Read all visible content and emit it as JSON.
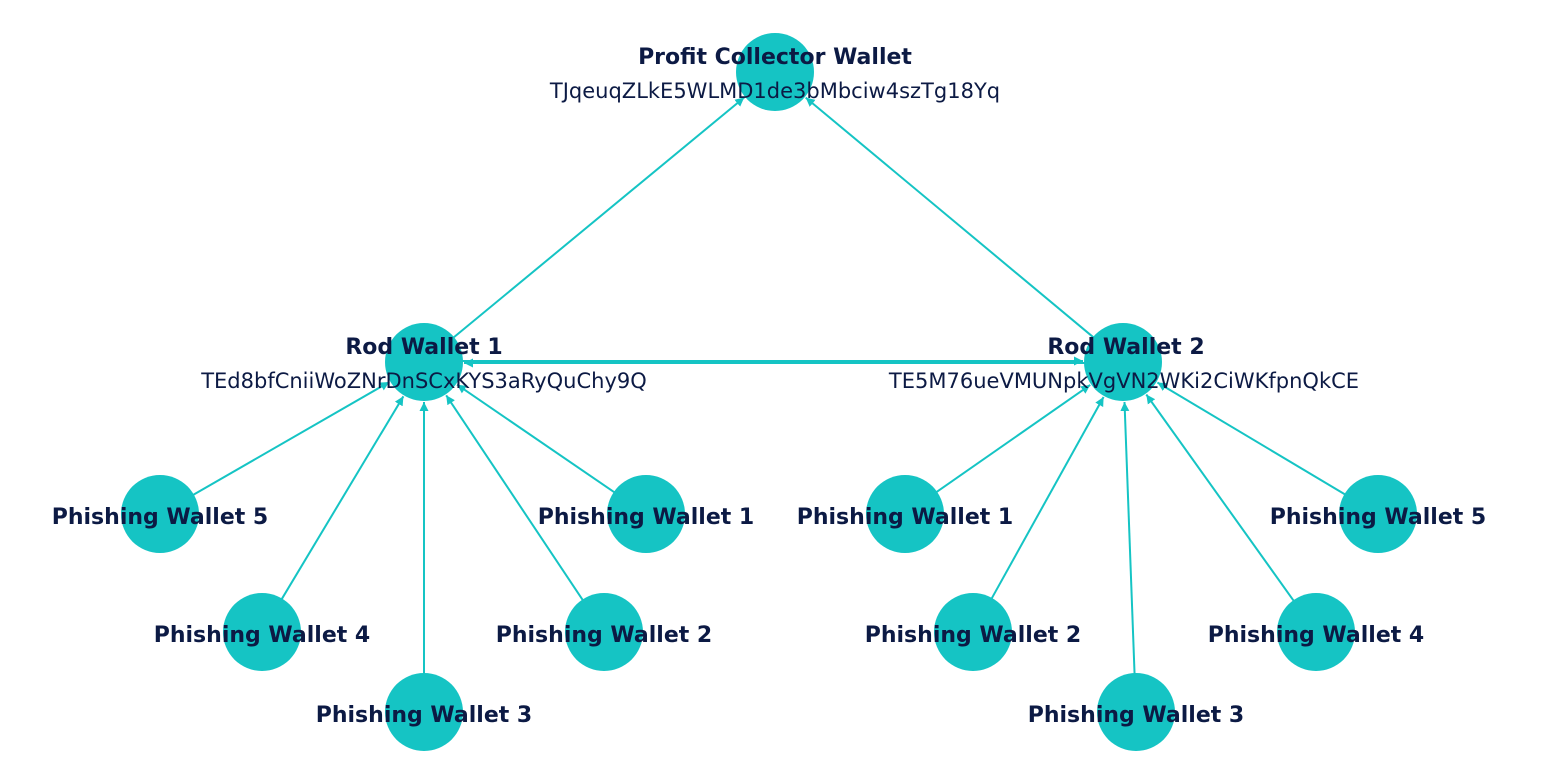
{
  "diagram": {
    "colors": {
      "node_fill": "#15c4c4",
      "edge": "#15c4c4",
      "text": "#0c1a44"
    },
    "nodes": [
      {
        "id": "collector",
        "title": "Profit Collector Wallet",
        "address": "TJqeuqZLkE5WLMD1de3bMbciw4szTg18Yq"
      },
      {
        "id": "rod1",
        "title": "Rod Wallet 1",
        "address": "TEd8bfCniiWoZNrDnSCxKYS3aRyQuChy9Q"
      },
      {
        "id": "rod2",
        "title": "Rod Wallet 2",
        "address": "TE5M76ueVMUNpkVgVN2WKi2CiWKfpnQkCE"
      },
      {
        "id": "r1p5",
        "title": "Phishing Wallet 5"
      },
      {
        "id": "r1p4",
        "title": "Phishing Wallet 4"
      },
      {
        "id": "r1p3",
        "title": "Phishing Wallet 3"
      },
      {
        "id": "r1p2",
        "title": "Phishing Wallet 2"
      },
      {
        "id": "r1p1",
        "title": "Phishing Wallet 1"
      },
      {
        "id": "r2p1",
        "title": "Phishing Wallet 1"
      },
      {
        "id": "r2p2",
        "title": "Phishing Wallet 2"
      },
      {
        "id": "r2p3",
        "title": "Phishing Wallet 3"
      },
      {
        "id": "r2p4",
        "title": "Phishing Wallet 4"
      },
      {
        "id": "r2p5",
        "title": "Phishing Wallet 5"
      }
    ],
    "edges": [
      {
        "from": "rod1",
        "to": "collector"
      },
      {
        "from": "rod2",
        "to": "collector"
      },
      {
        "from": "rod1",
        "to": "rod2"
      },
      {
        "from": "rod2",
        "to": "rod1"
      },
      {
        "from": "r1p5",
        "to": "rod1"
      },
      {
        "from": "r1p4",
        "to": "rod1"
      },
      {
        "from": "r1p3",
        "to": "rod1"
      },
      {
        "from": "r1p2",
        "to": "rod1"
      },
      {
        "from": "r1p1",
        "to": "rod1"
      },
      {
        "from": "r2p1",
        "to": "rod2"
      },
      {
        "from": "r2p2",
        "to": "rod2"
      },
      {
        "from": "r2p3",
        "to": "rod2"
      },
      {
        "from": "r2p4",
        "to": "rod2"
      },
      {
        "from": "r2p5",
        "to": "rod2"
      }
    ]
  }
}
